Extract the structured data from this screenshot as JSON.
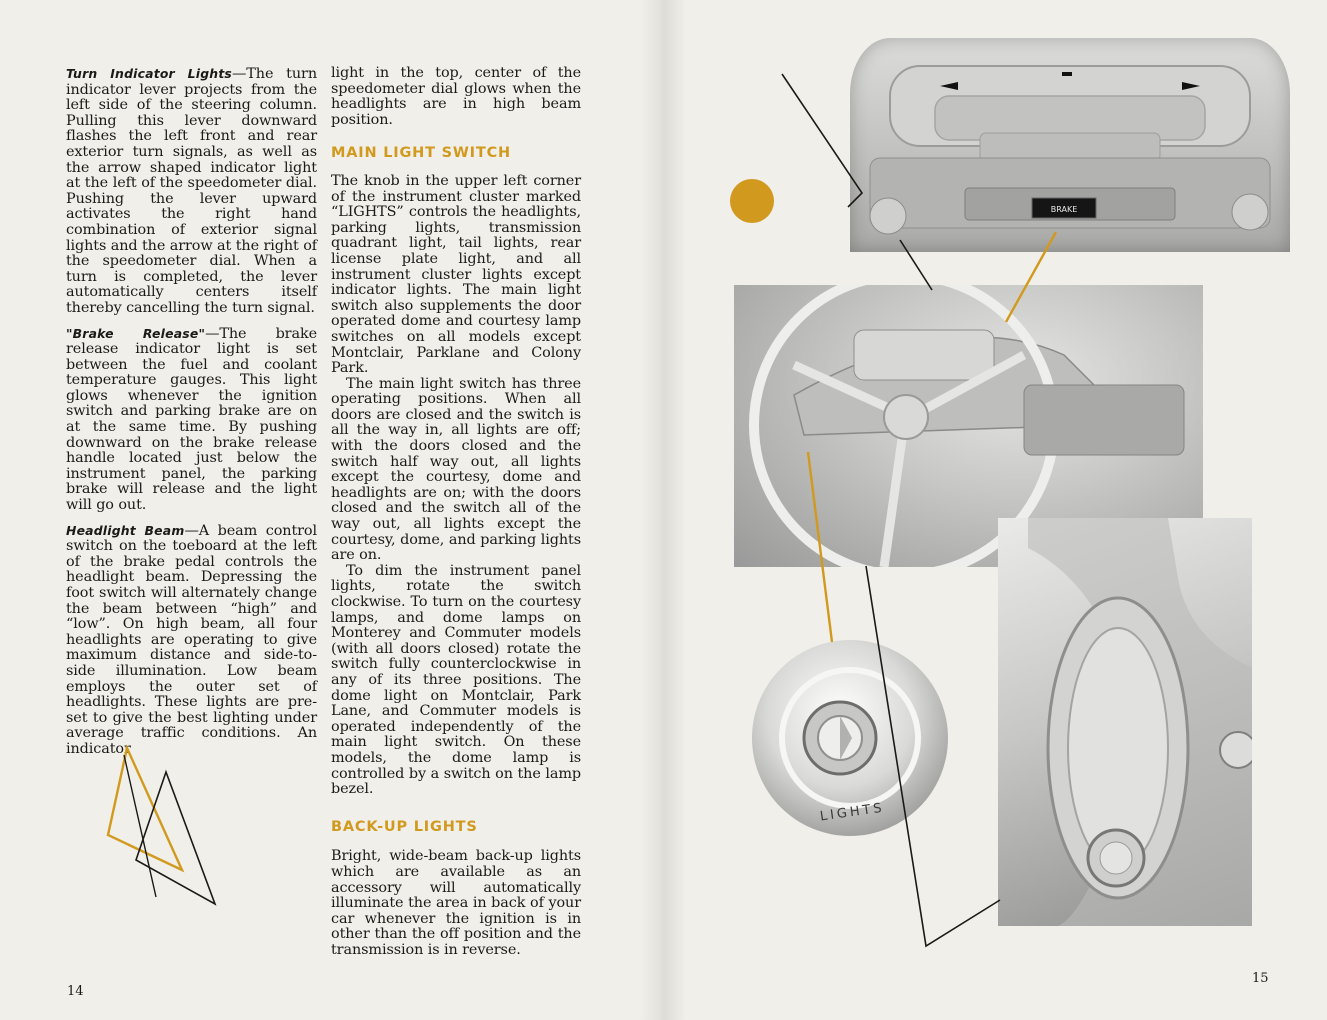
{
  "page_left": {
    "page_number": "14",
    "col1": {
      "p1_lead": "Turn Indicator Lights",
      "p1_text": "—The turn indicator lever projects from the left side of the steering column. Pulling this lever downward flashes the left front and rear exterior turn signals, as well as the arrow shaped indicator light at the left of the speedometer dial. Pushing the lever upward activates the right hand combination of exterior signal lights and the arrow at the right of the speedometer dial. When a turn is completed, the lever automatically centers itself thereby cancelling the turn signal.",
      "p2_lead": "\"Brake Release\"",
      "p2_text": "—The brake release indicator light is set between the fuel and coolant temperature gauges. This light glows whenever the ignition switch and parking brake are on at the same time. By pushing downward on the brake release handle located just below the instrument panel, the parking brake will release and the light will go out.",
      "p3_lead": "Headlight Beam",
      "p3_text": "—A beam control switch on the toeboard at the left of the brake pedal controls the headlight beam. Depressing the foot switch will alternately change the beam between “high” and “low”. On high beam, all four headlights are operating to give maximum distance and side-to-side illumination. Low beam employs the outer set of headlights. These lights are pre-set to give the best lighting under average traffic conditions. An indicator"
    },
    "col2": {
      "cont_text": "light in the top, center of the speedometer dial glows when the headlights are in high beam position.",
      "heading_main": "MAIN LIGHT SWITCH",
      "main_p1": "The knob in the upper left corner of the instrument cluster marked “LIGHTS” controls the headlights, parking lights, transmission quadrant light, tail lights, rear license plate light, and all instrument cluster lights except indicator lights. The main light switch also supplements the door operated dome and courtesy lamp switches on all models except Montclair, Parklane and Colony Park.",
      "main_p2": "The main light switch has three operating positions. When all doors are closed and the switch is all the way in, all lights are off; with the doors closed and the switch half way out, all lights except the courtesy, dome and headlights are on; with the doors closed and the switch all of the way out, all lights except the courtesy, dome, and parking lights are on.",
      "main_p3": "To dim the instrument panel lights, rotate the switch clockwise. To turn on the courtesy lamps, and dome lamps on Monterey and Commuter models (with all doors closed) rotate the switch fully counterclockwise in any of its three positions. The dome light on Montclair, Park Lane, and Commuter models is operated independently of the main light switch. On these models, the dome lamp is controlled by a switch on the lamp bezel.",
      "heading_backup": "BACK-UP LIGHTS",
      "backup_p": "Bright, wide-beam back-up lights which are available as an accessory will automatically illuminate the area in back of your car whenever the ignition is in other than the off position and the transmission is in reverse."
    }
  },
  "page_right": {
    "page_number": "15",
    "dash_label": "BRAKE",
    "knob_label": "LIGHTS"
  },
  "colors": {
    "paper": "#f1efe9",
    "accent_gold": "#d19a1e",
    "ink": "#1c1a17"
  }
}
